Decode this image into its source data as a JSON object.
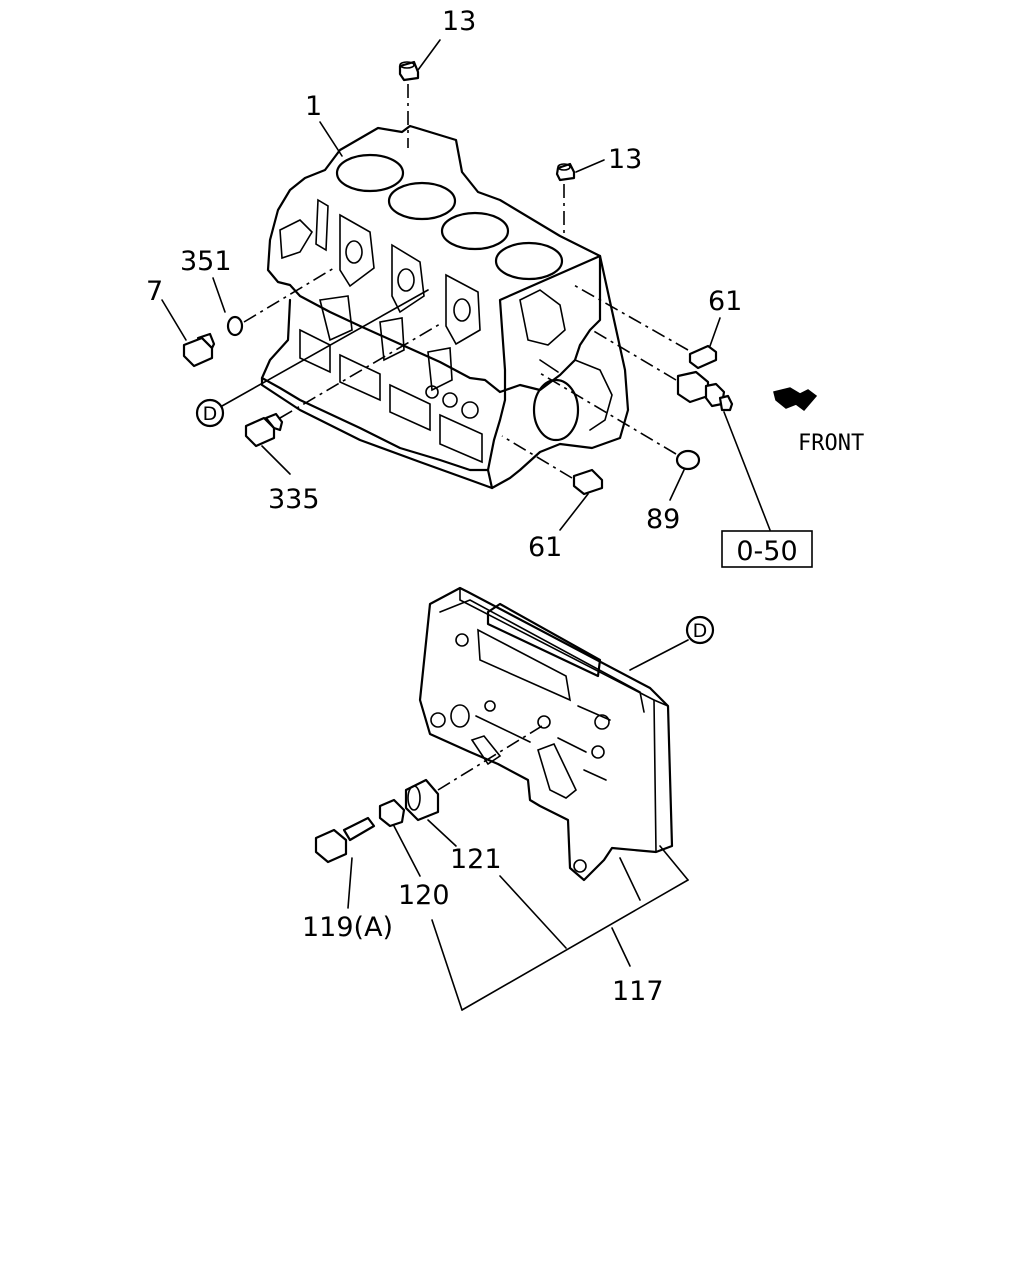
{
  "parts": {
    "p1": "1",
    "p7": "7",
    "p13a": "13",
    "p13b": "13",
    "p61a": "61",
    "p61b": "61",
    "p89": "89",
    "p117": "117",
    "p119": "119(A)",
    "p120": "120",
    "p121": "121",
    "p335": "335",
    "p351": "351"
  },
  "refs": {
    "d_upper": "D",
    "d_lower": "D",
    "section_ref": "0-50"
  },
  "direction": {
    "label": "FRONT",
    "icon": "front-arrow-icon"
  }
}
